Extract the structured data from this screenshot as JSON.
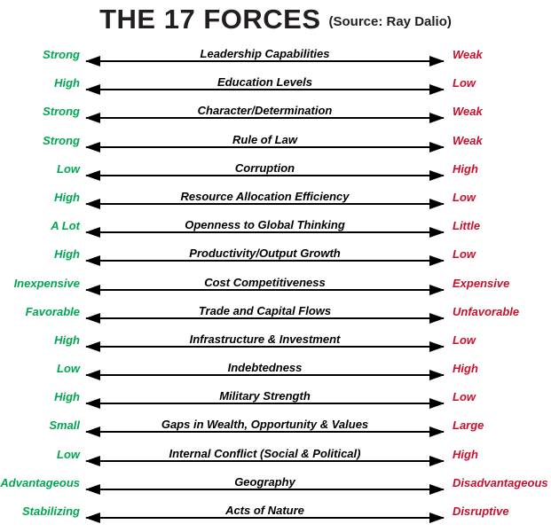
{
  "title": {
    "main": "THE 17 FORCES",
    "source": "(Source: Ray Dalio)"
  },
  "colors": {
    "positive_label": "#00A651",
    "negative_label": "#C8102E",
    "arrow": "#000000",
    "title": "#231F20"
  },
  "rows": [
    {
      "left": "Strong",
      "center": "Leadership Capabilities",
      "right": "Weak"
    },
    {
      "left": "High",
      "center": "Education Levels",
      "right": "Low"
    },
    {
      "left": "Strong",
      "center": "Character/Determination",
      "right": "Weak"
    },
    {
      "left": "Strong",
      "center": "Rule of Law",
      "right": "Weak"
    },
    {
      "left": "Low",
      "center": "Corruption",
      "right": "High"
    },
    {
      "left": "High",
      "center": "Resource Allocation Efficiency",
      "right": "Low"
    },
    {
      "left": "A Lot",
      "center": "Openness to Global Thinking",
      "right": "Little"
    },
    {
      "left": "High",
      "center": "Productivity/Output Growth",
      "right": "Low"
    },
    {
      "left": "Inexpensive",
      "center": "Cost Competitiveness",
      "right": "Expensive"
    },
    {
      "left": "Favorable",
      "center": "Trade and Capital Flows",
      "right": "Unfavorable"
    },
    {
      "left": "High",
      "center": "Infrastructure & Investment",
      "right": "Low"
    },
    {
      "left": "Low",
      "center": "Indebtedness",
      "right": "High"
    },
    {
      "left": "High",
      "center": "Military Strength",
      "right": "Low"
    },
    {
      "left": "Small",
      "center": "Gaps in Wealth, Opportunity & Values",
      "right": "Large"
    },
    {
      "left": "Low",
      "center": "Internal Conflict (Social & Political)",
      "right": "High"
    },
    {
      "left": "Advantageous",
      "center": "Geography",
      "right": "Disadvantageous"
    },
    {
      "left": "Stabilizing",
      "center": "Acts of Nature",
      "right": "Disruptive"
    }
  ]
}
